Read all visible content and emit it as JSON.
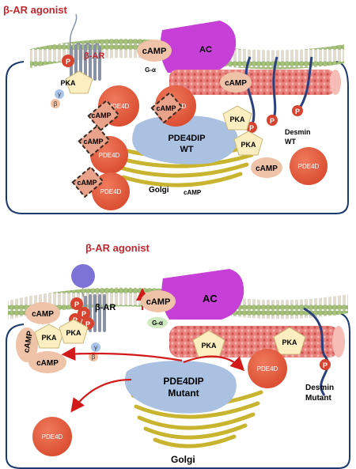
{
  "colors": {
    "agonist_red": "#c0262e",
    "cell_outline": "#1d3a6e",
    "membrane_head": "#a5c27a",
    "adenylyl_cyclase": "#c63fd6",
    "pde4d": "#e05a3c",
    "camp": "#efc3a8",
    "pka": "#fbeec0",
    "pde4dip": "#aac1e2",
    "golgi": "#c9b430",
    "actin": "#e06a6a",
    "desmin": "#2b3f7e",
    "receptor": "#8a93a6",
    "agonist": "#7d73d6",
    "arrow": "#d21a1a"
  },
  "top": {
    "agonist_label": "β-AR agonist",
    "receptor_label": "β-AR",
    "ac_label": "AC",
    "g_alpha_label": "G-α",
    "beta_label": "β",
    "gamma_label": "γ",
    "pka_label": "PKA",
    "p_label": "P",
    "camp_label": "cAMP",
    "pde4d_label": "PDE4D",
    "pde4dip_line1": "PDE4DIP",
    "pde4dip_line2": "WT",
    "golgi_label": "Golgi",
    "desmin_line1": "Desmin",
    "desmin_line2": "WT"
  },
  "bottom": {
    "agonist_label": "β-AR agonist",
    "receptor_label": "β-AR",
    "ac_label": "AC",
    "g_alpha_label": "G-α",
    "beta_label": "β",
    "gamma_label": "γ",
    "pka_label": "PKA",
    "p_label": "P",
    "camp_label": "cAMP",
    "pde4d_label": "PDE4D",
    "pde4dip_line1": "PDE4DIP",
    "pde4dip_line2": "Mutant",
    "golgi_label": "Golgi",
    "desmin_line1": "Desmin",
    "desmin_line2": "Mutant"
  }
}
